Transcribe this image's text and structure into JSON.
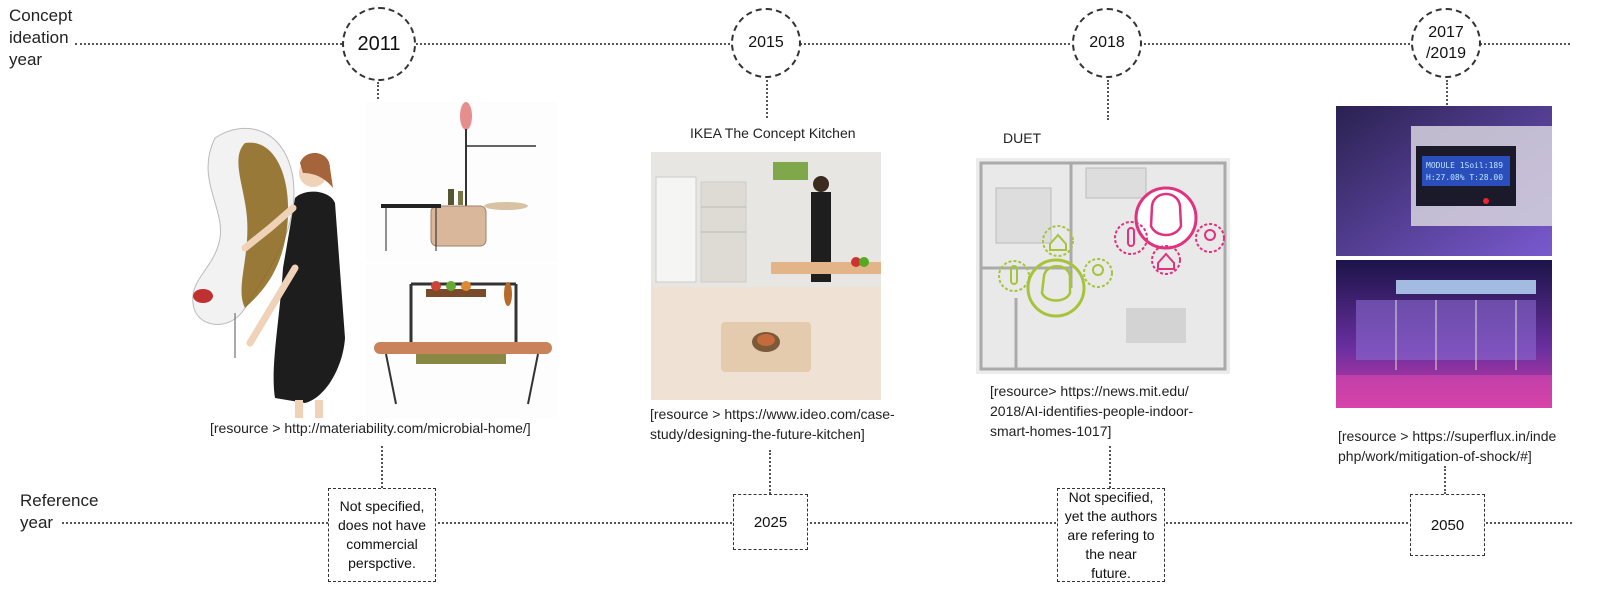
{
  "row_labels": {
    "concept": [
      "Concept",
      "ideation",
      "year"
    ],
    "reference": [
      "Reference",
      "year"
    ]
  },
  "columns": [
    {
      "id": "microbial",
      "concept_year": [
        "2011"
      ],
      "title": "",
      "reference_year": [
        "Not specified,",
        "does not have",
        "commercial",
        "perspctive."
      ],
      "caption": [
        "[resource > http://materiability.com/microbial-home/]"
      ]
    },
    {
      "id": "ikea",
      "concept_year": [
        "2015"
      ],
      "title": "IKEA The Concept Kitchen",
      "reference_year": [
        "2025"
      ],
      "caption": [
        "[resource > https://www.ideo.com/case-",
        "study/designing-the-future-kitchen]"
      ]
    },
    {
      "id": "duet",
      "concept_year": [
        "2018"
      ],
      "title": "DUET",
      "reference_year": [
        "Not specified,",
        "yet the authors",
        "are refering to",
        "the near future."
      ],
      "caption": [
        "[resource> https://news.mit.edu/",
        "2018/AI-identifies-people-indoor-",
        "smart-homes-1017]"
      ]
    },
    {
      "id": "superflux",
      "concept_year": [
        "2017",
        "/2019"
      ],
      "title": "",
      "reference_year": [
        "2050"
      ],
      "caption": [
        "[resource > https://superflux.in/inde",
        "php/work/mitigation-of-shock/#]"
      ]
    }
  ],
  "lcd": [
    "MODULE 1Soil:189",
    "H:27.08% T:28.00"
  ],
  "colors": {
    "line": "#555555",
    "duet_pink": "#e0327f",
    "duet_green": "#a6c43a",
    "superflux_purple": "#5a3aa8"
  }
}
